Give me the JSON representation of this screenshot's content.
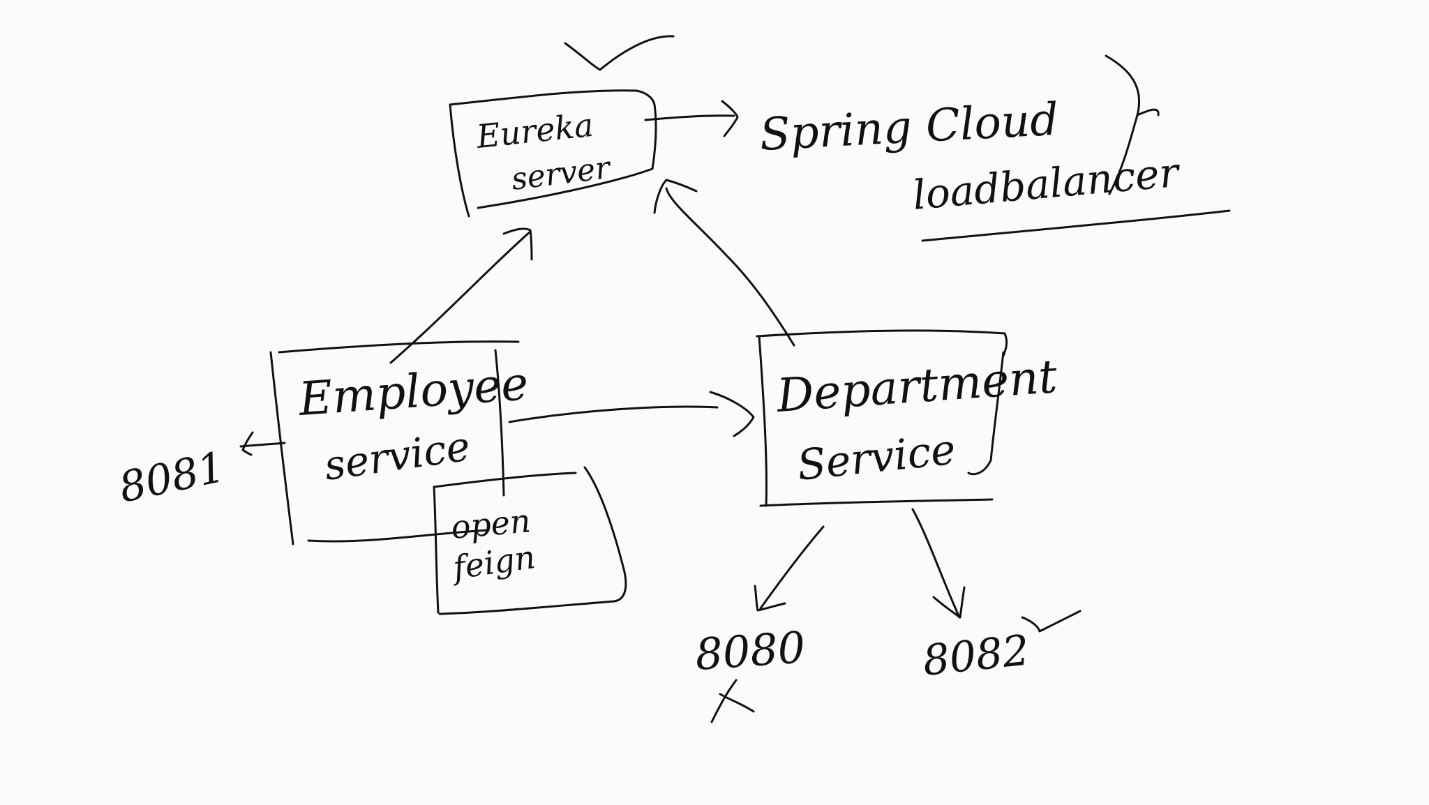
{
  "boxes": {
    "eureka": {
      "line1": "Eureka",
      "line2": "server"
    },
    "employee": {
      "line1": "Employee",
      "line2": "service"
    },
    "department": {
      "line1": "Department",
      "line2": "Service"
    },
    "feign": {
      "line1": "open",
      "line2": "feign"
    }
  },
  "notes": {
    "spring_cloud_line1": "Spring Cloud",
    "spring_cloud_line2": "loadbalancer"
  },
  "ports": {
    "employee_port": "8081",
    "department_port_a": "8080",
    "department_port_b": "8082"
  },
  "ink_color": "#111111",
  "background_color": "#fbfbfb"
}
